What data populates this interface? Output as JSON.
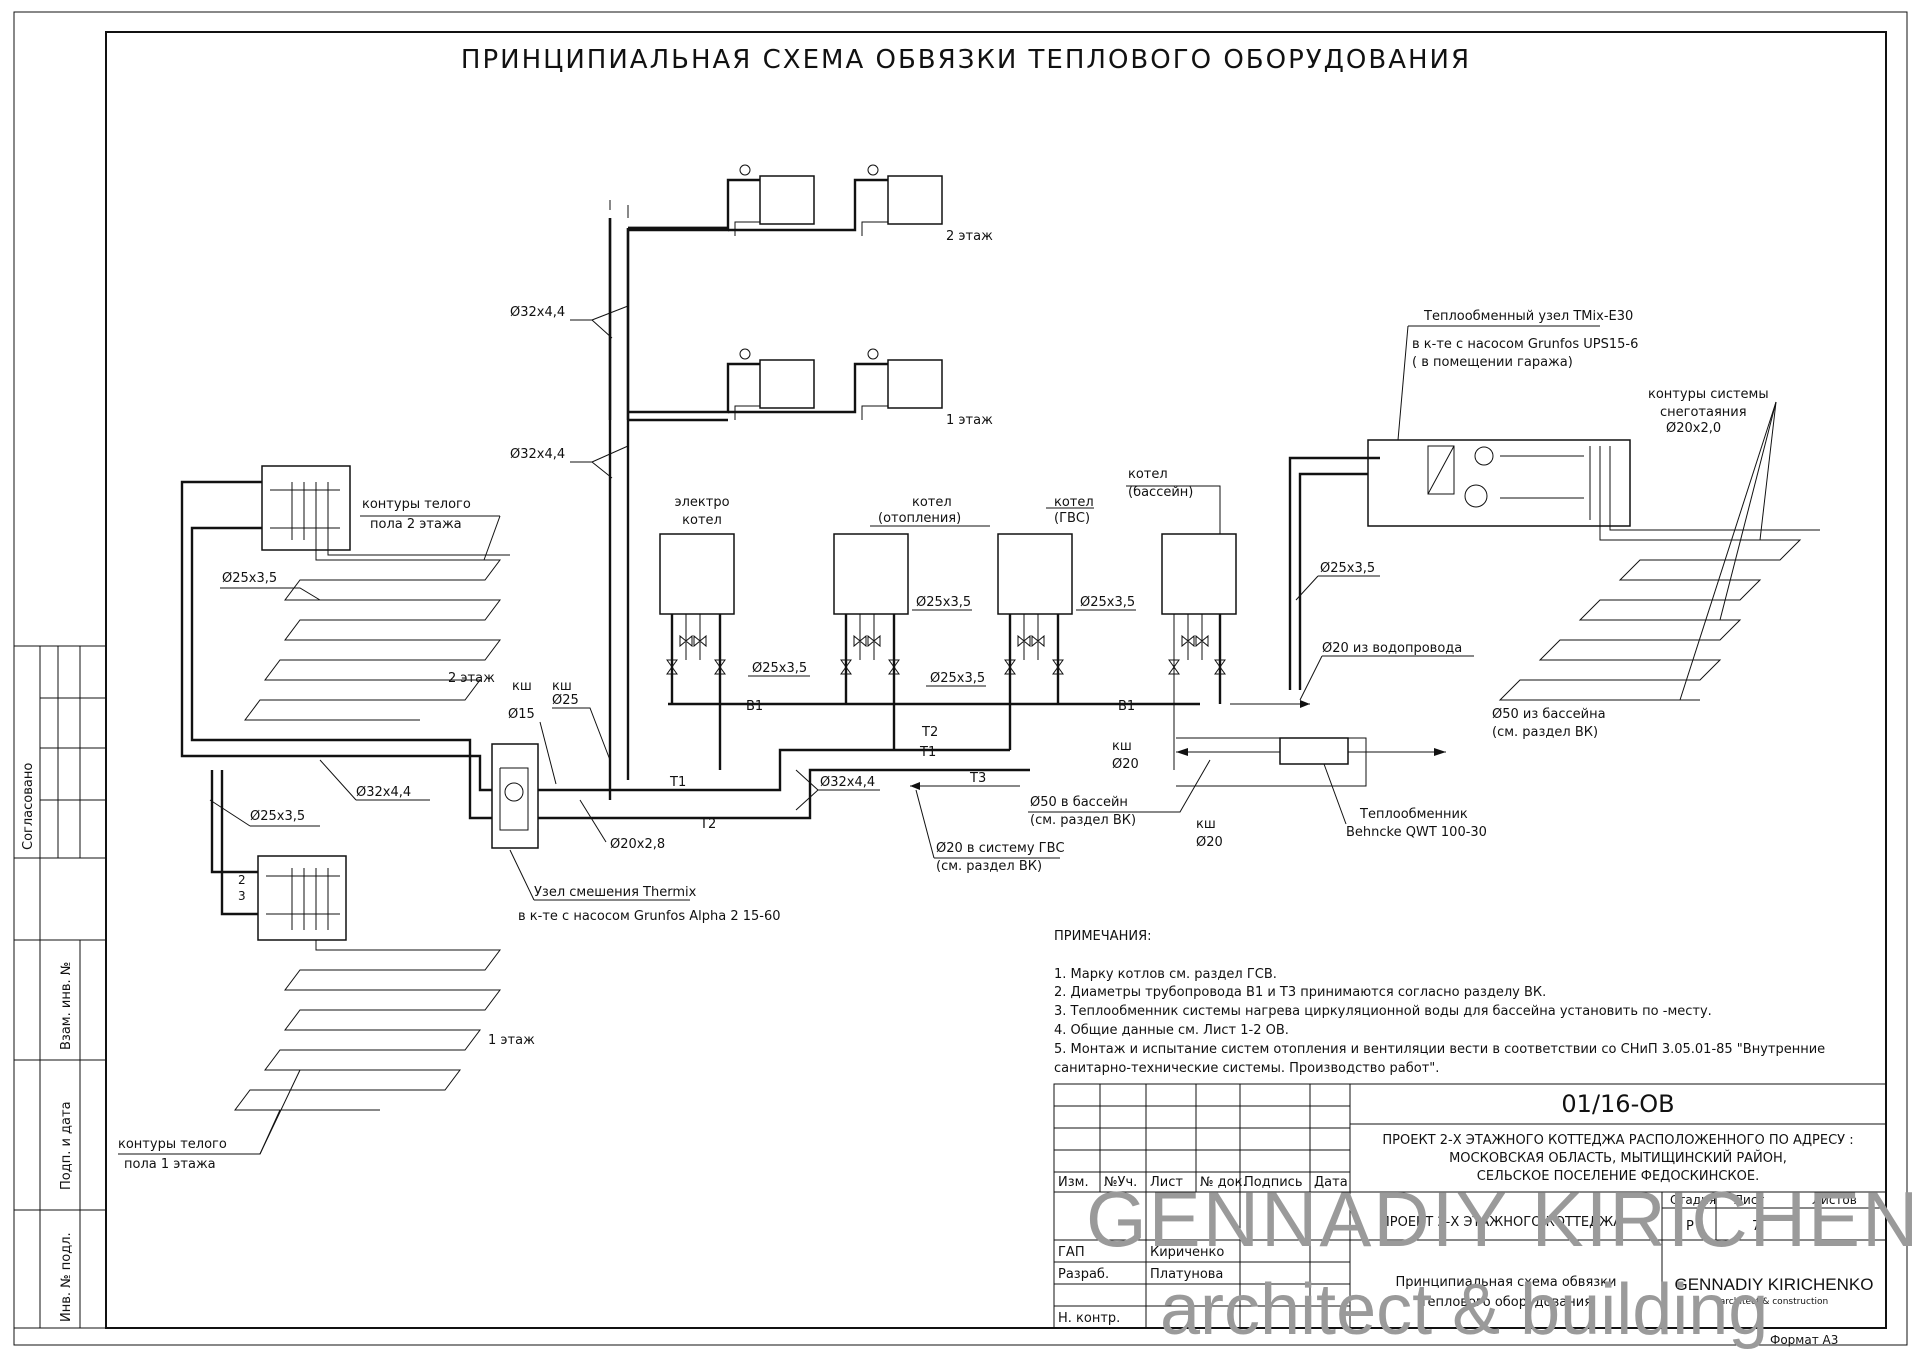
{
  "title": "ПРИНЦИПИАЛЬНАЯ СХЕМА ОБВЯЗКИ ТЕПЛОВОГО ОБОРУДОВАНИЯ",
  "labels": {
    "floor2_rad": "2 этаж",
    "floor1_rad": "1 этаж",
    "pipe_32_a": "Ø32x4,4",
    "pipe_32_b": "Ø32x4,4",
    "pipe_32_c": "Ø32x4,4",
    "pipe_32_d": "Ø32x4,4",
    "pipe_25_a": "Ø25x3,5",
    "pipe_25_b": "Ø25x3,5",
    "pipe_25_c": "Ø25x3,5",
    "pipe_25_d": "Ø25x3,5",
    "pipe_25_e": "Ø25x3,5",
    "pipe_25_f": "Ø25x3,5",
    "pipe_25_g": "Ø25x3,5",
    "pipe_20": "Ø20x2,8",
    "kotel_el_1": "электро",
    "kotel_el_2": "котел",
    "kotel_ot_1": "котел",
    "kotel_ot_2": "(отопления)",
    "kotel_gvs_1": "котел",
    "kotel_gvs_2": "(ГВС)",
    "kotel_bas_1": "котел",
    "kotel_bas_2": "(бассейн)",
    "b1_a": "B1",
    "b1_b": "B1",
    "t1_a": "T1",
    "t1_b": "T1",
    "t2_a": "T2",
    "t2_b": "T2",
    "t3": "T3",
    "ksh_a": "кш",
    "ksh_b": "кш",
    "ksh_c": "кш",
    "ksh_d": "кш",
    "d15": "Ø15",
    "d25": "Ø25",
    "d20_a": "Ø20",
    "d20_b": "Ø20",
    "tmix_1": "Теплообменный узел TMix-E30",
    "tmix_2": "в к-те с насосом Grunfos  UPS15-6",
    "tmix_3": "( в помещении гаража)",
    "snow_1": "контуры системы",
    "snow_2": "снеготаяния",
    "snow_3": "Ø20x2,0",
    "water_in": "Ø20 из водопровода",
    "pool_in_1": "Ø50 из бассейна",
    "pool_in_2": "(см. раздел ВК)",
    "pool_out_1": "Ø50 в бассейн",
    "pool_out_2": "(см. раздел ВК)",
    "gvs_1": "Ø20 в систему ГВС",
    "gvs_2": "(см. раздел ВК)",
    "hx_1": "Теплообменник",
    "hx_2": "Behncke QWT 100-30",
    "thermix_1": "Узел смешения Thermix",
    "thermix_2": "в к-те с насосом Grunfos Alpha 2 15-60",
    "floor_heat2_1": "контуры телого",
    "floor_heat2_2": "пола 2 этажа",
    "floor_heat1_1": "контуры телого",
    "floor_heat1_2": "пола 1 этажа",
    "fl2": "2 этаж",
    "fl1": "1 этаж",
    "n2": "2",
    "n3": "3"
  },
  "notes": {
    "header": "ПРИМЕЧАНИЯ:",
    "items": [
      "1. Марку котлов см. раздел ГСВ.",
      "2. Диаметры трубопровода В1 и Т3 принимаются согласно разделу ВК.",
      "3. Теплообменник системы нагрева циркуляционной воды для бассейна установить по -месту.",
      "4. Общие данные см. Лист 1-2 ОВ.",
      "5. Монтаж и испытание систем отопления и  вентиляции  вести в соответствии со СНиП 3.05.01-85 \"Внутренние",
      "санитарно-технические системы. Производство работ\"."
    ]
  },
  "side_stamp": {
    "agreed": "Согласовано",
    "vzam": "Взам. инв. №",
    "podp": "Подп. и дата",
    "inv": "Инв. № подл."
  },
  "title_block": {
    "code": "01/16-ОВ",
    "address_1": "ПРОЕКТ 2-Х ЭТАЖНОГО КОТТЕДЖА РАСПОЛОЖЕННОГО ПО АДРЕСУ :",
    "address_2": "МОСКОВСКАЯ ОБЛАСТЬ, МЫТИЩИНСКИЙ РАЙОН,",
    "address_3": "СЕЛЬСКОЕ ПОСЕЛЕНИЕ ФЕДОСКИНСКОЕ.",
    "col_izm": "Изм.",
    "col_nuch": "№Уч.",
    "col_list": "Лист",
    "col_ndok": "№ док.",
    "col_podpis": "Подпись",
    "col_data": "Дата",
    "project": "ПРОЕКТ 2-Х ЭТАЖНОГО КОТТЕДЖА",
    "stadiya": "Стадия",
    "list": "Лист",
    "listov": "Листов",
    "stadiya_val": "Р",
    "list_val": "7",
    "gap": "ГАП",
    "gap_name": "Кириченко",
    "razrab": "Разраб.",
    "razrab_name": "Платунова",
    "nkontr": "Н. контр.",
    "sheet_title_1": "Принципиальная схема обвязки",
    "sheet_title_2": "теплового оборудования",
    "company": "GENNADIY KIRICHENKO",
    "company_sub": "architect & construction",
    "format": "Формат А3"
  },
  "watermark": {
    "line1": "GENNADIY KIRICHENKO",
    "line2": "architect & building"
  }
}
